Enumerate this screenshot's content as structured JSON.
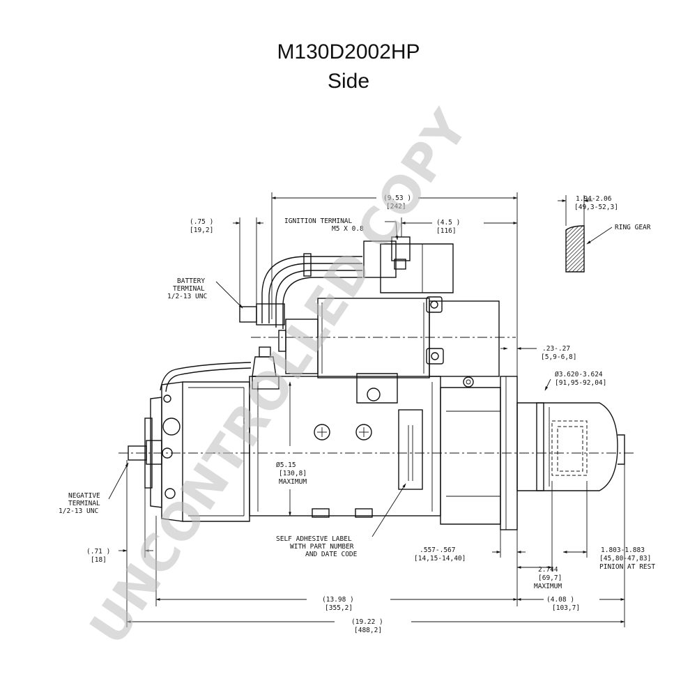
{
  "title": "M130D2002HP",
  "subtitle": "Side",
  "watermark": "UNCONTROLLED COPY",
  "labels": {
    "dim_9_53": "(9.53 )",
    "dim_242": "[242]",
    "dim_075": "(.75 )",
    "dim_19_2": "[19,2]",
    "ignition_1": "IGNITION TERMINAL",
    "ignition_2": "M5 X 0.8",
    "dim_4_5": "(4.5 )",
    "dim_116": "[116]",
    "ring_dim_1": "1.94-2.06",
    "ring_dim_2": "[49,3-52,3]",
    "ring_gear": "RING GEAR",
    "battery_1": "BATTERY",
    "battery_2": "TERMINAL",
    "battery_3": "1/2-13 UNC",
    "dim_023": ".23-.27",
    "dim_5_9": "[5,9-6,8]",
    "dim_3620": "Ø3.620-3.624",
    "dim_91_95": "[91,95-92,04]",
    "dia_515": "Ø5.15",
    "dia_130_8": "[130,8]",
    "dia_max": "MAXIMUM",
    "neg_1": "NEGATIVE",
    "neg_2": "TERMINAL",
    "neg_3": "1/2-13 UNC",
    "label_1": "SELF ADHESIVE LABEL",
    "label_2": "WITH PART NUMBER",
    "label_3": "AND DATE CODE",
    "dim_557": ".557-.567",
    "dim_14_15": "[14,15-14,40]",
    "dim_1803": "1.803-1.883",
    "dim_45_80": "[45,80-47,83]",
    "pinion": "PINION AT REST",
    "dim_071": "(.71 )",
    "dim_18": "[18]",
    "dim_2744": "2.744",
    "dim_69_7": "[69,7]",
    "dim_2744_max": "MAXIMUM",
    "dim_13_98": "(13.98 )",
    "dim_355_2": "[355,2]",
    "dim_4_08": "(4.08 )",
    "dim_103_7": "[103,7]",
    "dim_19_22": "(19.22 )",
    "dim_488_2": "[488,2]"
  }
}
